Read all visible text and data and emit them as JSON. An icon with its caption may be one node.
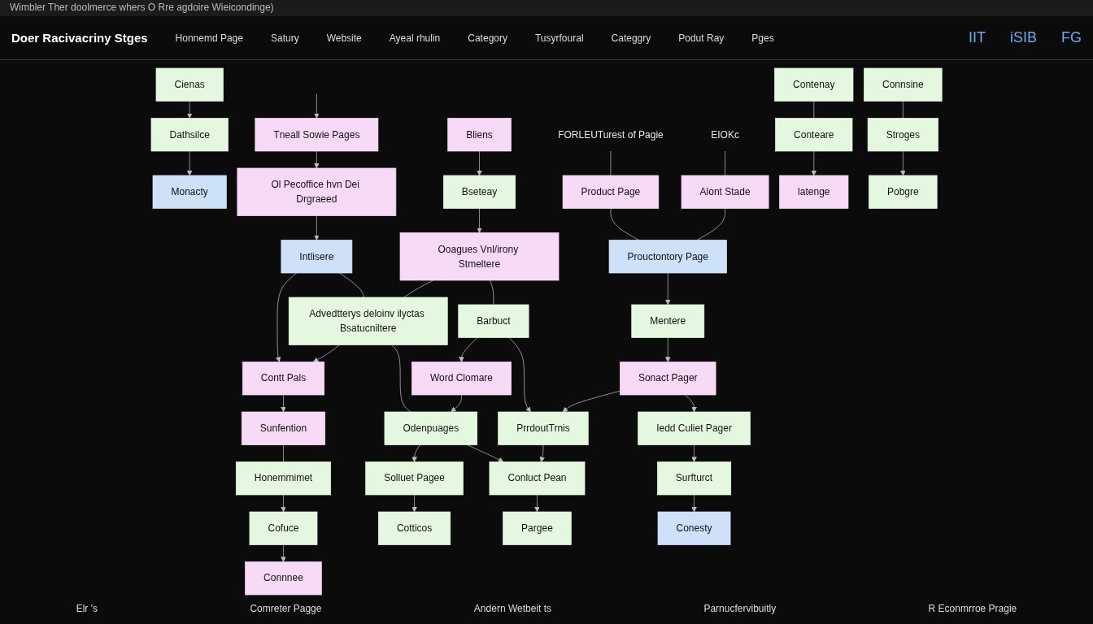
{
  "diagram": {
    "title": "Doer Racivacriny Stges",
    "nodes": [
      {
        "text": [
          "Cienas"
        ]
      },
      {
        "text": [
          "Dathsilce"
        ]
      },
      {
        "text": [
          "Monacty"
        ]
      },
      {
        "text": [
          "Tneall Sowie Pages"
        ]
      },
      {
        "text": [
          "Ol Pecoffice hvn Dei Drgraeed"
        ]
      },
      {
        "text": [
          "Intlisere"
        ]
      },
      {
        "text": [
          "Bliens"
        ]
      },
      {
        "text": [
          "Bseteay"
        ]
      },
      {
        "text": [
          "Ooagues Vnl/irony Stmeltere"
        ]
      },
      {
        "text": [
          "FORLEUTurest of Pagie"
        ]
      },
      {
        "text": [
          "Product Page"
        ]
      },
      {
        "text": [
          "EIOKc"
        ]
      },
      {
        "text": [
          "Barbuct"
        ]
      },
      {
        "text": [
          "Alont Stade"
        ]
      },
      {
        "text": [
          "Advedtterys deloinv ilyctas Bsatucniltere"
        ]
      },
      {
        "text": [
          "Prouctontory Page"
        ]
      },
      {
        "text": [
          "Mentere"
        ]
      },
      {
        "text": [
          "Contt Pals"
        ]
      },
      {
        "text": [
          "Word Clomare"
        ]
      },
      {
        "text": [
          "Sonact Pager"
        ]
      },
      {
        "text": [
          "Sunfention"
        ]
      },
      {
        "text": [
          "Honemmimet"
        ]
      },
      {
        "text": [
          "Odenpuages"
        ]
      },
      {
        "text": [
          "PrrdoutTrnis"
        ]
      },
      {
        "text": [
          "Iedd Culiet Pager"
        ]
      },
      {
        "text": [
          "Contenay"
        ]
      },
      {
        "text": [
          "Connsine"
        ]
      },
      {
        "text": [
          "Conteare"
        ]
      },
      {
        "text": [
          "Cofuce"
        ]
      },
      {
        "text": [
          "Stroges"
        ]
      },
      {
        "text": [
          "Solluet Pagee"
        ]
      },
      {
        "text": [
          "Conluct Pean"
        ]
      },
      {
        "text": [
          "Surfturct"
        ]
      },
      {
        "text": [
          "latenge"
        ]
      },
      {
        "text": [
          "Connnee"
        ]
      },
      {
        "text": [
          "Pobgre"
        ]
      },
      {
        "text": [
          "Cotticos"
        ]
      },
      {
        "text": [
          "Pargee"
        ]
      },
      {
        "text": [
          "Conesty"
        ]
      }
    ],
    "edges": [
      {
        "from": null,
        "to": 3,
        "arrow": "to"
      },
      {
        "from": 0,
        "to": 1,
        "arrow": "to"
      },
      {
        "from": 1,
        "to": 2,
        "arrow": "to"
      },
      {
        "from": 3,
        "to": 4,
        "arrow": "to"
      },
      {
        "from": 4,
        "to": 5,
        "arrow": "to"
      },
      {
        "from": 6,
        "to": 7,
        "arrow": "to"
      },
      {
        "from": 7,
        "to": 8,
        "arrow": "to"
      },
      {
        "from": 9,
        "to": 10,
        "arrow": "none"
      },
      {
        "from": 10,
        "to": 15,
        "arrow": "none"
      },
      {
        "from": 11,
        "to": 13,
        "arrow": "none"
      },
      {
        "from": 13,
        "to": 15,
        "arrow": "none"
      },
      {
        "from": 5,
        "to": 14,
        "arrow": "none"
      },
      {
        "from": 8,
        "to": 12,
        "arrow": "none"
      },
      {
        "from": 8,
        "to": 14,
        "arrow": "none"
      },
      {
        "from": 5,
        "to": 17,
        "arrow": "to"
      },
      {
        "from": 14,
        "to": 17,
        "arrow": "to"
      },
      {
        "from": 14,
        "to": 22,
        "arrow": "none"
      },
      {
        "from": 12,
        "to": 18,
        "arrow": "to"
      },
      {
        "from": 12,
        "to": 23,
        "arrow": "to"
      },
      {
        "from": 19,
        "to": 23,
        "arrow": "to"
      },
      {
        "from": 15,
        "to": 16,
        "arrow": "to"
      },
      {
        "from": 16,
        "to": 19,
        "arrow": "to"
      },
      {
        "from": 19,
        "to": 24,
        "arrow": "to"
      },
      {
        "from": 24,
        "to": 32,
        "arrow": "to"
      },
      {
        "from": 32,
        "to": 38,
        "arrow": "to"
      },
      {
        "from": 17,
        "to": 20,
        "arrow": "to"
      },
      {
        "from": 20,
        "to": 21,
        "arrow": "none"
      },
      {
        "from": 25,
        "to": 27,
        "arrow": "none"
      },
      {
        "from": 27,
        "to": 33,
        "arrow": "to"
      },
      {
        "from": 21,
        "to": 28,
        "arrow": "to"
      },
      {
        "from": 28,
        "to": 34,
        "arrow": "to"
      },
      {
        "from": 26,
        "to": 29,
        "arrow": "none"
      },
      {
        "from": 29,
        "to": 35,
        "arrow": "to"
      },
      {
        "from": 18,
        "to": 22,
        "arrow": "to"
      },
      {
        "from": 22,
        "to": 30,
        "arrow": "to"
      },
      {
        "from": 22,
        "to": 31,
        "arrow": "to"
      },
      {
        "from": 23,
        "to": 31,
        "arrow": "to"
      },
      {
        "from": 30,
        "to": 36,
        "arrow": "to"
      },
      {
        "from": 31,
        "to": 37,
        "arrow": "to"
      }
    ],
    "labels": [
      "Wimbler Ther doolmerce whers O Rre agdoire Wieicondinge)",
      "Honnemd Page",
      "Satury",
      "Website",
      "Ayeal rhulin",
      "Category",
      "Tusyrfoural",
      "Categgry",
      "Podut Ray",
      "Pges",
      "IIT",
      "iSIB",
      "FG",
      "Elr 's",
      "Comreter Pagge",
      "Andern Wetbeit ts",
      "Parnucfervibuitly",
      "R Econmrroe Pragie"
    ]
  }
}
